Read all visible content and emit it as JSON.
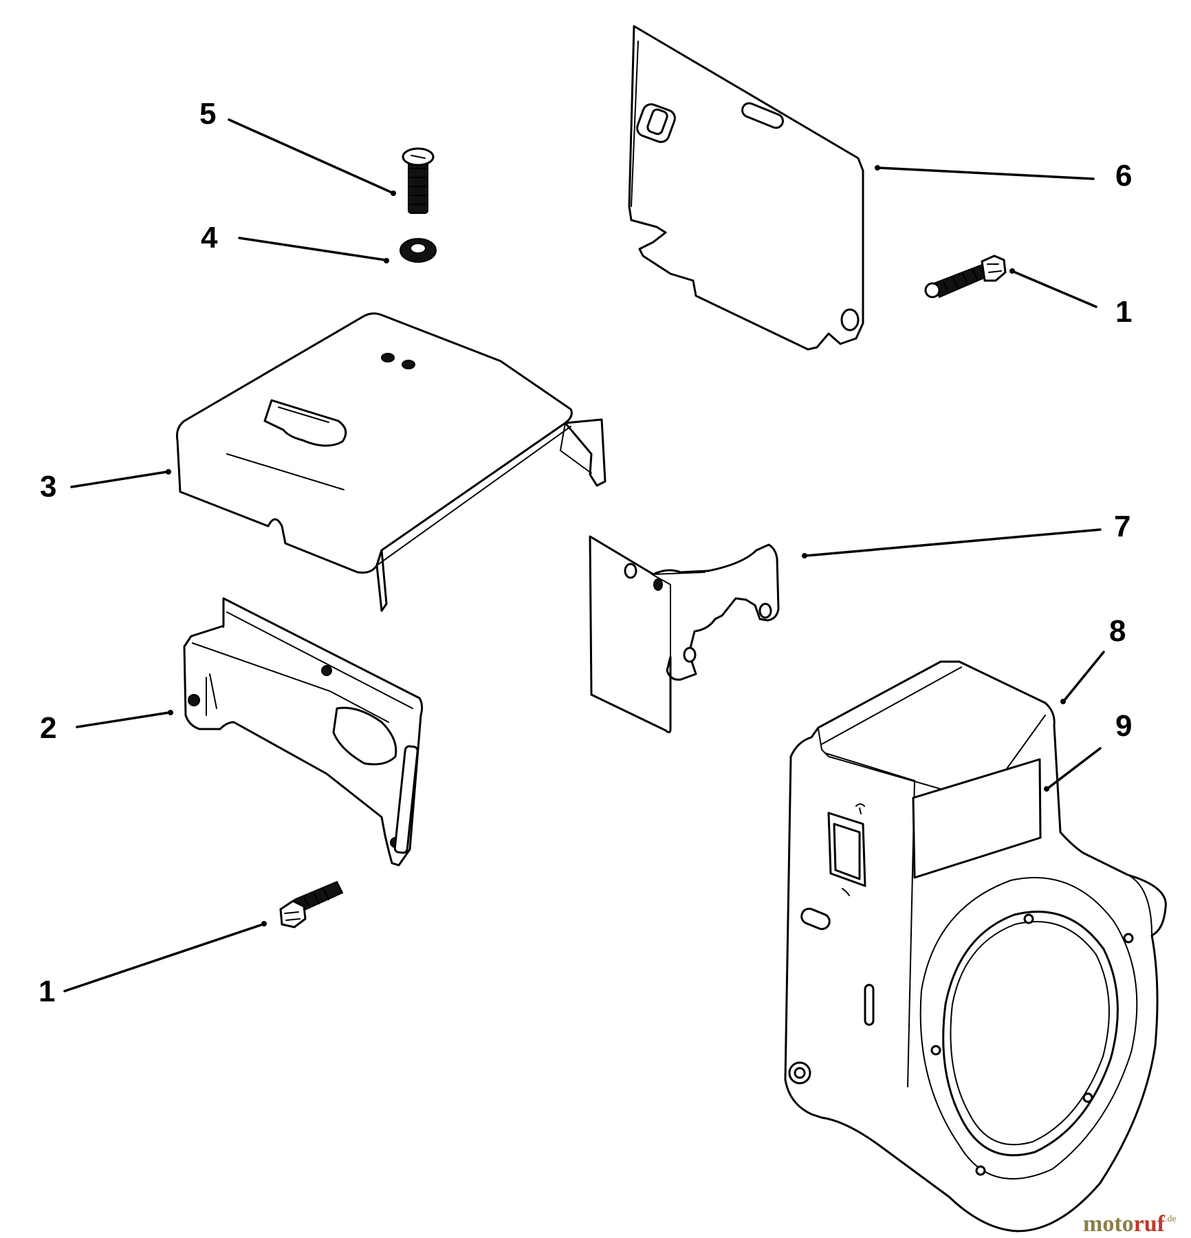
{
  "callouts": [
    {
      "id": "c5",
      "label": "5"
    },
    {
      "id": "c4",
      "label": "4"
    },
    {
      "id": "c3",
      "label": "3"
    },
    {
      "id": "c2",
      "label": "2"
    },
    {
      "id": "c1a",
      "label": "1"
    },
    {
      "id": "c6",
      "label": "6"
    },
    {
      "id": "c1b",
      "label": "1"
    },
    {
      "id": "c7",
      "label": "7"
    },
    {
      "id": "c8",
      "label": "8"
    },
    {
      "id": "c9",
      "label": "9"
    }
  ],
  "watermark": {
    "part1": "moto",
    "part2": "ruf",
    "suffix": ".de",
    "color1": "#8a7e4a",
    "color2": "#c0392b"
  }
}
